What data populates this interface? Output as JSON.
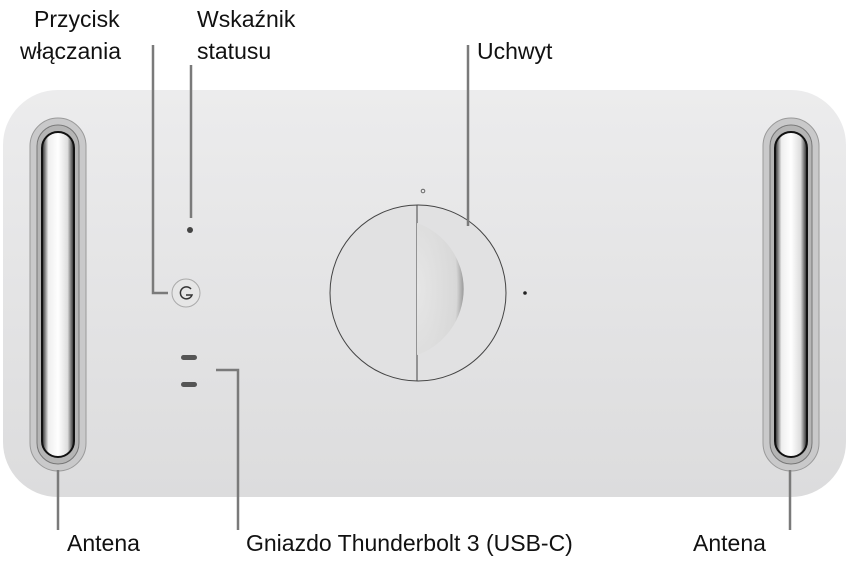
{
  "labels": {
    "power_button": [
      "Przycisk",
      "włączania"
    ],
    "status_indicator": [
      "Wskaźnik",
      "statusu"
    ],
    "handle": "Uchwyt",
    "antenna_left": "Antena",
    "thunderbolt": "Gniazdo Thunderbolt 3 (USB-C)",
    "antenna_right": "Antena"
  },
  "colors": {
    "body": "#e3e3e4",
    "leader": "#7a7a7a",
    "text": "#111111"
  }
}
